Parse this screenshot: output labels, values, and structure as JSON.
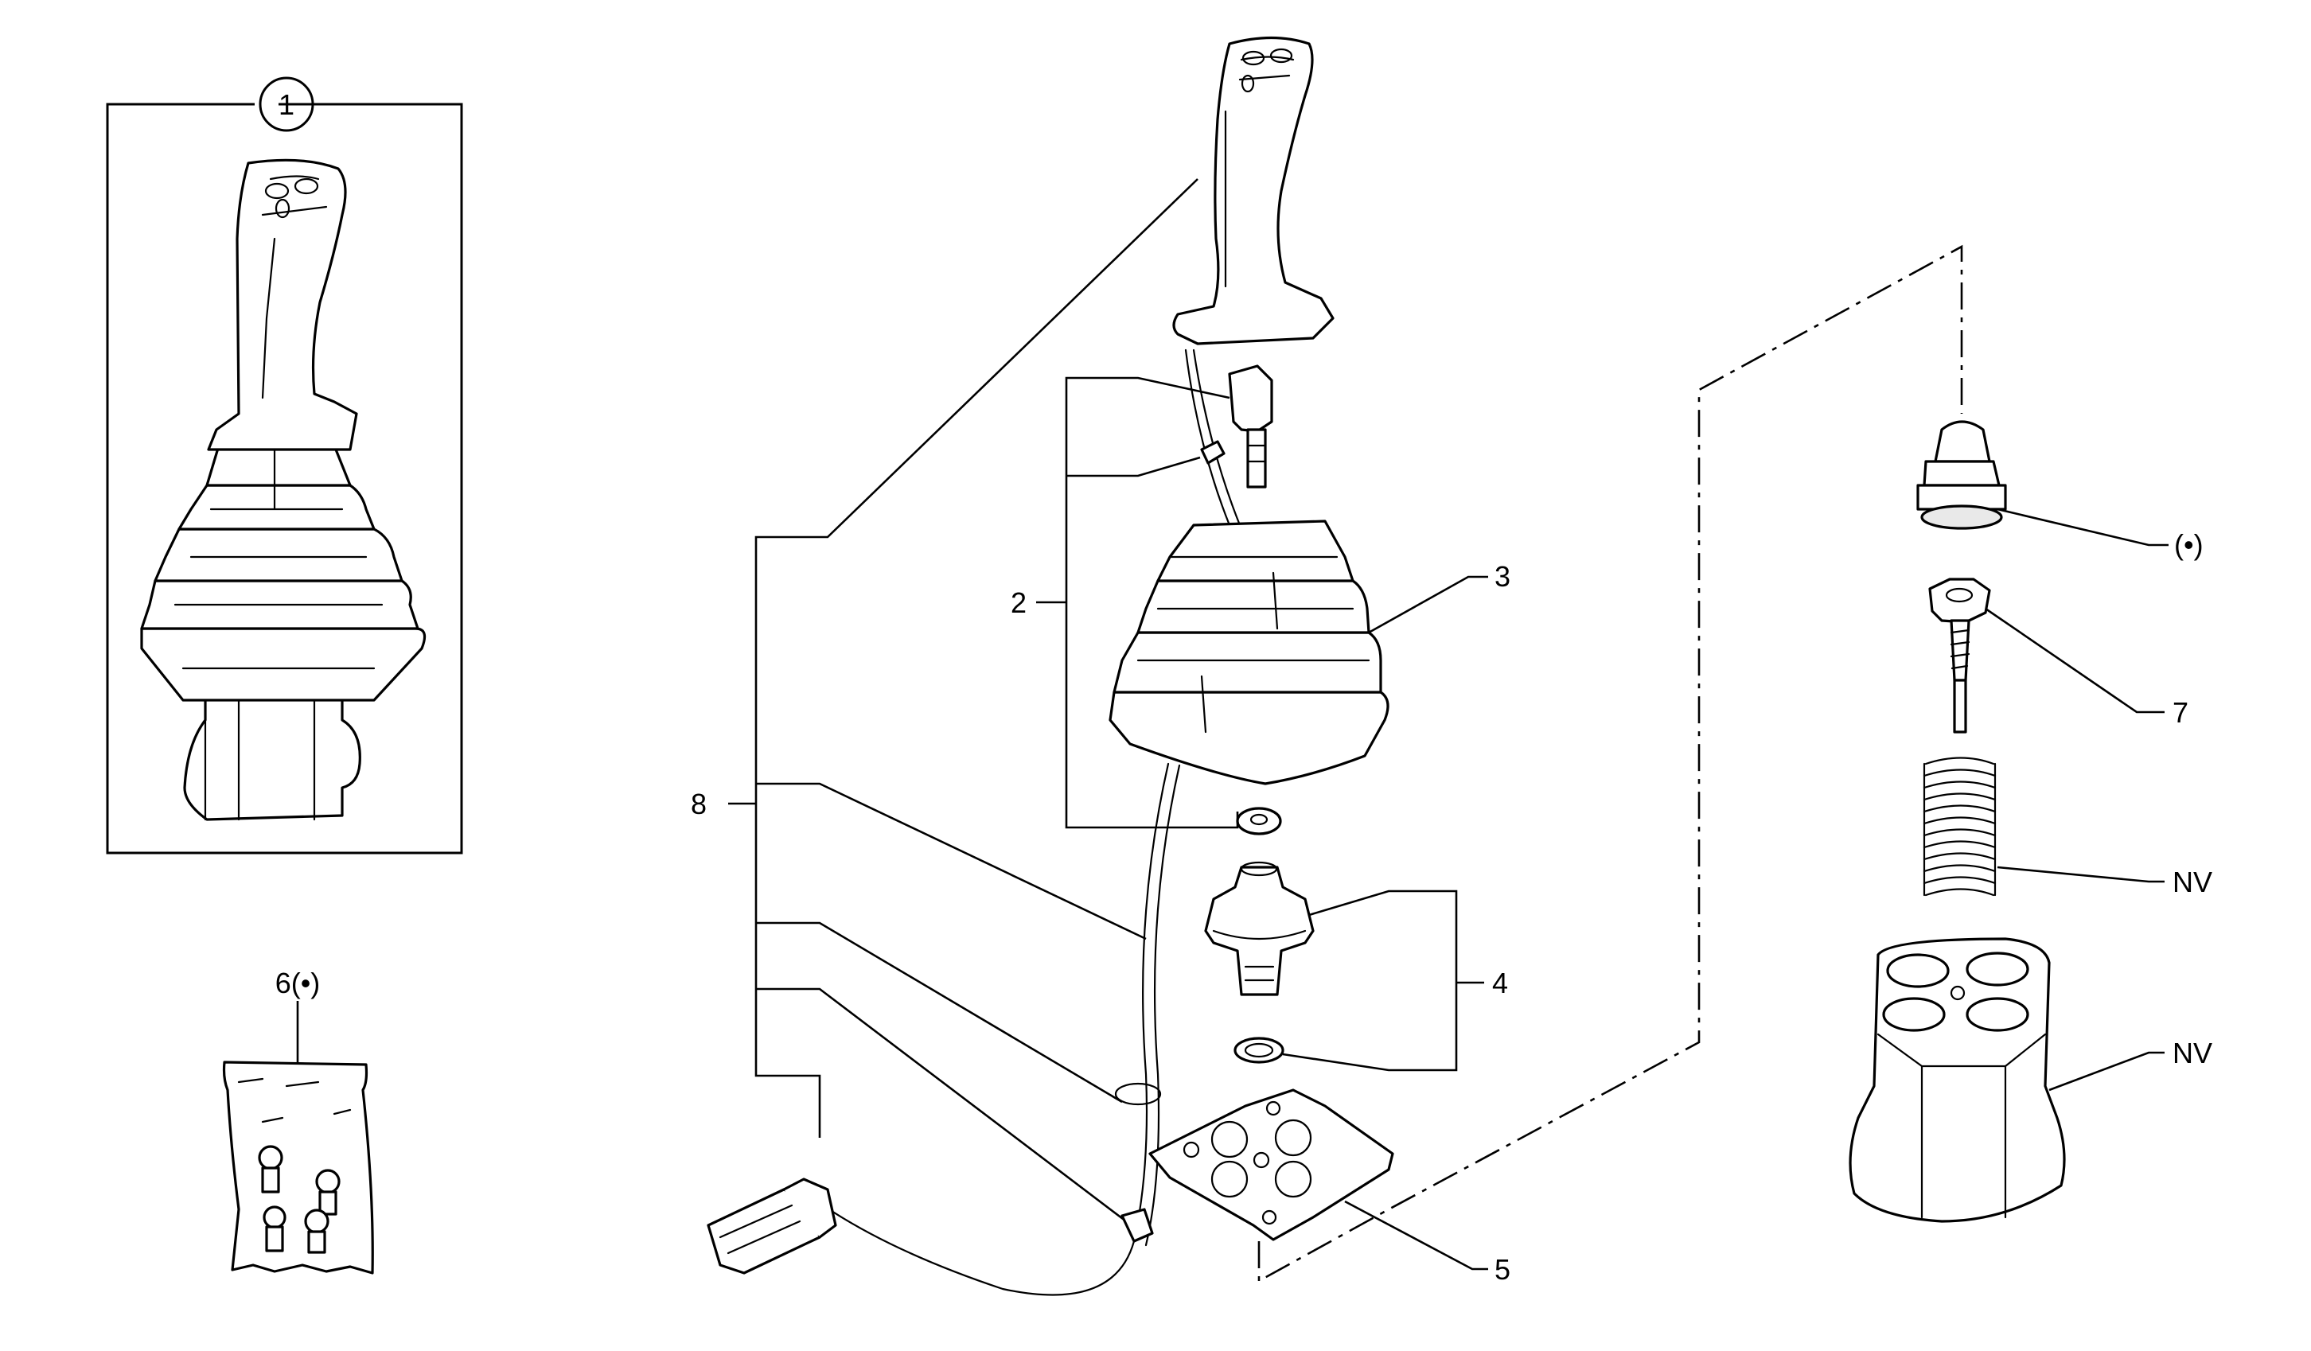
{
  "callouts": {
    "c1": "1",
    "c2": "2",
    "c3": "3",
    "c4": "4",
    "c5": "5",
    "c6": "6(•)",
    "c7": "7",
    "c8": "8",
    "bullet_seal": "(•)",
    "nv_spring": "NV",
    "nv_body": "NV"
  }
}
